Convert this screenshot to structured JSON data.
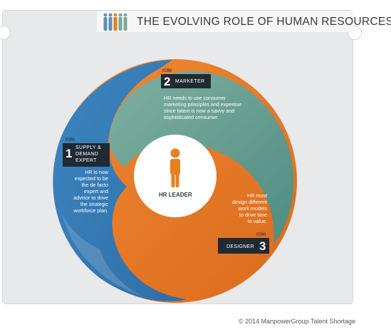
{
  "title": "THE EVOLVING ROLE OF HUMAN RESOURCES",
  "icons": {
    "title_people": "people-group-icon",
    "center_person": "person-icon"
  },
  "colors": {
    "blue": "#3f7fb8",
    "green": "#5f9a8c",
    "orange": "#e67624",
    "dark_box": "#1f2a34",
    "center": "#ffffff",
    "person": "#e3821f"
  },
  "center": {
    "label": "HR LEADER"
  },
  "roles": [
    {
      "word": "role",
      "number": "1",
      "name_lines": [
        "SUPPLY &",
        "DEMAND",
        "EXPERT"
      ],
      "description": "HR is now\nexpected to be\nthe de facto\nexpert and\nadvisor to drive\nthe strategic\nworkforce plan."
    },
    {
      "word": "role",
      "number": "2",
      "name_lines": [
        "MARKETER"
      ],
      "description": "HR needs to use consumer\nmarketing principles and expertise\nsince talent is now a savvy and\nsophisticated consumer."
    },
    {
      "word": "role",
      "number": "3",
      "name_lines": [
        "DESIGNER"
      ],
      "description": "HR must\ndesign different\nwork models\nto drive time\nto value."
    }
  ],
  "copyright": "© 2014 ManpowerGroup Talent Shortage"
}
